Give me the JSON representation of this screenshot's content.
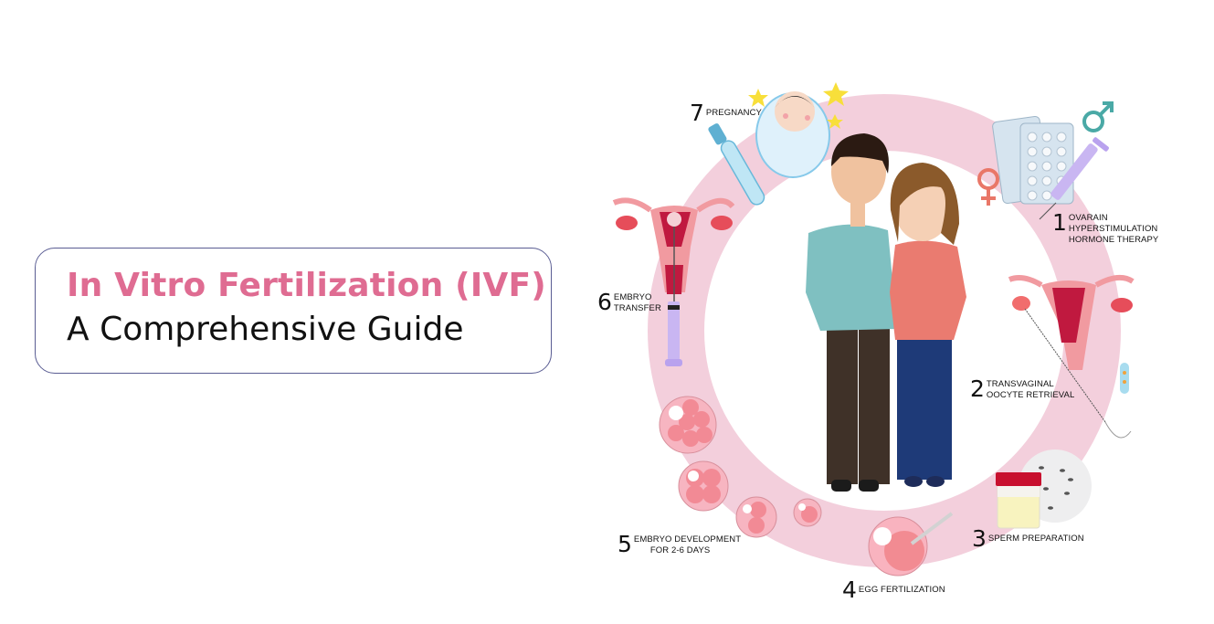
{
  "title": {
    "line1": "In Vitro Fertilization (IVF)",
    "line2": "A Comprehensive Guide",
    "accent_color": "#df6c92",
    "border_color": "#5a5d93"
  },
  "diagram": {
    "ring_color": "#f3cfdc",
    "center": "couple-illustration",
    "steps": [
      {
        "number": "1",
        "line1": "Ovarain",
        "line2": "Hyperstimulation",
        "line3": "Hormone Therapy",
        "icons": [
          "pill-blister-pack-icon",
          "syringe-icon",
          "female-symbol-icon",
          "male-symbol-icon"
        ]
      },
      {
        "number": "2",
        "line1": "Transvaginal",
        "line2": "Oocyte Retrieval",
        "icons": [
          "uterus-icon",
          "needle-icon",
          "test-tube-icon"
        ]
      },
      {
        "number": "3",
        "line1": "Sperm Preparation",
        "icons": [
          "specimen-cup-icon",
          "sperm-cells-icon"
        ]
      },
      {
        "number": "4",
        "line1": "Egg Fertilization",
        "icons": [
          "egg-cell-injection-icon"
        ]
      },
      {
        "number": "5",
        "line1": "Embryo Development",
        "line2": "for 2-6 Days",
        "icons": [
          "embryo-cell-stages-icon"
        ]
      },
      {
        "number": "6",
        "line1": "Embryo",
        "line2": "Transfer",
        "icons": [
          "uterus-icon",
          "syringe-icon"
        ]
      },
      {
        "number": "7",
        "line1": "Pregnancy",
        "icons": [
          "pregnancy-test-icon",
          "baby-icon",
          "star-icon"
        ]
      }
    ]
  }
}
